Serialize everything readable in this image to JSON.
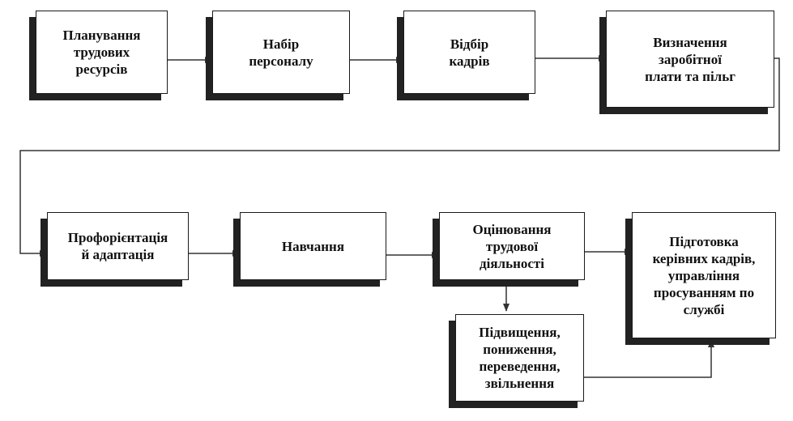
{
  "nodes": [
    {
      "id": "planning",
      "label": "Планування\nтрудових\nресурсів"
    },
    {
      "id": "recruitment",
      "label": "Набір\nперсоналу"
    },
    {
      "id": "selection",
      "label": "Відбір\nкадрів"
    },
    {
      "id": "compensation",
      "label": "Визначення\nзаробітної\nплати та пільг"
    },
    {
      "id": "orientation",
      "label": "Профорієнтація\nй адаптація"
    },
    {
      "id": "training",
      "label": "Навчання"
    },
    {
      "id": "appraisal",
      "label": "Оцінювання\nтрудової\nдіяльності"
    },
    {
      "id": "management",
      "label": "Підготовка\nкерівних кадрів,\nуправління\nпросуванням по\nслужбі"
    },
    {
      "id": "movement",
      "label": "Підвищення,\nпониження,\nпереведення,\nзвільнення"
    }
  ],
  "edges": [
    {
      "from": "planning",
      "to": "recruitment"
    },
    {
      "from": "recruitment",
      "to": "selection"
    },
    {
      "from": "selection",
      "to": "compensation"
    },
    {
      "from": "compensation",
      "to": "orientation"
    },
    {
      "from": "orientation",
      "to": "training"
    },
    {
      "from": "training",
      "to": "appraisal"
    },
    {
      "from": "appraisal",
      "to": "management"
    },
    {
      "from": "appraisal",
      "to": "movement"
    },
    {
      "from": "movement",
      "to": "management"
    }
  ],
  "colors": {
    "box_fill": "#ffffff",
    "box_border": "#1a1a1a",
    "shadow": "#222222",
    "line": "#333333",
    "text": "#111111"
  }
}
